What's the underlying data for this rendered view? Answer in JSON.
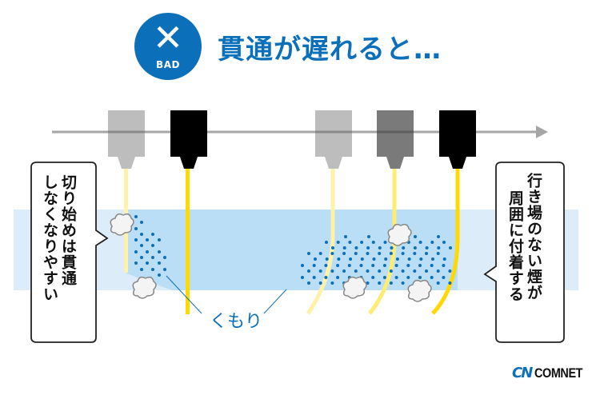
{
  "header": {
    "badge": {
      "icon": "x-mark-icon",
      "glyph": "✕",
      "label": "BAD"
    },
    "title": "貫通が遅れると…"
  },
  "colors": {
    "accent_blue": "#0b6fba",
    "band_light": "#dcedf9",
    "band_dark": "#b9def6",
    "dot_blue": "#0b6fba",
    "beam_yellow": "#ffe100",
    "beam_pale": "#fff2a8",
    "nozzle_light": "#bdbdbd",
    "nozzle_mid": "#7a7a7a",
    "nozzle_black": "#000000",
    "arrow_gray": "#a6a6a6"
  },
  "diagram": {
    "direction_arrow": "arrow-right-icon",
    "nozzles_left": [
      {
        "shade": "light",
        "beam": "pale"
      },
      {
        "shade": "black",
        "beam": "bright"
      }
    ],
    "nozzles_right": [
      {
        "shade": "light",
        "beam": "pale"
      },
      {
        "shade": "mid",
        "beam": "medium"
      },
      {
        "shade": "black",
        "beam": "bright"
      }
    ],
    "label_cloudiness": "くもり"
  },
  "callouts": {
    "left": {
      "lines": [
        "切り始めは貫通",
        "しなくなりやすい"
      ]
    },
    "right": {
      "lines": [
        "行き場のない煙が",
        "周囲に付着する"
      ]
    }
  },
  "logo": {
    "mark": "CN",
    "name": "COMNET"
  }
}
